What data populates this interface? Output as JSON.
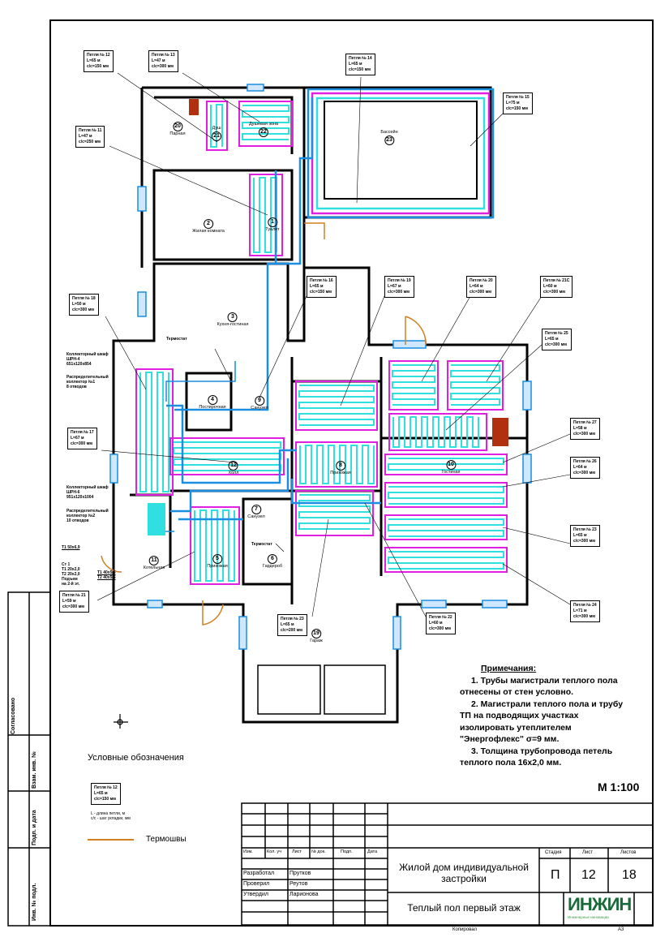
{
  "loops": [
    {
      "id": "loop-12",
      "name": "Петля № 12",
      "length": "L=65 м",
      "step": "c/c=150 мм"
    },
    {
      "id": "loop-13",
      "name": "Петля № 13",
      "length": "L=47 м",
      "step": "c/c=300 мм"
    },
    {
      "id": "loop-14",
      "name": "Петля № 14",
      "length": "L=65 м",
      "step": "c/c=150 мм"
    },
    {
      "id": "loop-15",
      "name": "Петля № 15",
      "length": "L=75 м",
      "step": "c/c=150 мм"
    },
    {
      "id": "loop-11",
      "name": "Петля № 11",
      "length": "L=47 м",
      "step": "c/c=250 мм"
    },
    {
      "id": "loop-16",
      "name": "Петля № 16",
      "length": "L=65 м",
      "step": "c/c=150 мм"
    },
    {
      "id": "loop-19",
      "name": "Петля № 19",
      "length": "L=67 м",
      "step": "c/c=300 мм"
    },
    {
      "id": "loop-20",
      "name": "Петля № 20",
      "length": "L=64 м",
      "step": "c/c=300 мм"
    },
    {
      "id": "loop-21c",
      "name": "Петля № 21С",
      "length": "L=60 м",
      "step": "c/c=300 мм"
    },
    {
      "id": "loop-25",
      "name": "Петля № 25",
      "length": "L=65 м",
      "step": "c/c=300 мм"
    },
    {
      "id": "loop-18",
      "name": "Петля № 18",
      "length": "L=50 м",
      "step": "c/c=300 мм"
    },
    {
      "id": "loop-17",
      "name": "Петля № 17",
      "length": "L=67 м",
      "step": "c/c=300 мм"
    },
    {
      "id": "loop-27",
      "name": "Петля № 27",
      "length": "L=58 м",
      "step": "c/c=300 мм"
    },
    {
      "id": "loop-26",
      "name": "Петля № 26",
      "length": "L=64 м",
      "step": "c/c=300 мм"
    },
    {
      "id": "loop-23",
      "name": "Петля № 23",
      "length": "L=65 м",
      "step": "c/c=300 мм"
    },
    {
      "id": "loop-24",
      "name": "Петля № 24",
      "length": "L=71 м",
      "step": "c/c=300 мм"
    },
    {
      "id": "loop-21",
      "name": "Петля № 21",
      "length": "L=59 м",
      "step": "c/c=300 мм"
    },
    {
      "id": "loop-22",
      "name": "Петля № 22",
      "length": "L=60 м",
      "step": "c/c=300 мм"
    },
    {
      "id": "loop-x3",
      "name": "Петля № 23",
      "length": "L=65 м",
      "step": "c/c=200 мм"
    }
  ],
  "rooms": [
    {
      "num": "20",
      "name": "Парная"
    },
    {
      "num": "21",
      "name": "Душ"
    },
    {
      "num": "22",
      "name": "Душевая зона"
    },
    {
      "num": "23",
      "name": "Бассейн"
    },
    {
      "num": "1",
      "name": "Туалет"
    },
    {
      "num": "2",
      "name": "Жилая комната"
    },
    {
      "num": "3",
      "name": "Кухня-гостиная"
    },
    {
      "num": "4",
      "name": "Постирочная"
    },
    {
      "num": "9",
      "name": "Санузел"
    },
    {
      "num": "12",
      "name": "Холл"
    },
    {
      "num": "8",
      "name": "Прихожая"
    },
    {
      "num": "10",
      "name": "Гостиная"
    },
    {
      "num": "7",
      "name": "Санузел"
    },
    {
      "num": "6",
      "name": "Гардероб"
    },
    {
      "num": "5",
      "name": "Прихожая"
    },
    {
      "num": "11",
      "name": "Котельная"
    },
    {
      "num": "19",
      "name": "Гараж"
    }
  ],
  "annotations": {
    "thermostat1": "Термостат",
    "thermostat2": "Термостат",
    "cabinet1": [
      "Коллекторный шкаф",
      "ШРН-4",
      "651х120х854"
    ],
    "manifold1": [
      "Распределительный",
      "коллектор №1",
      "8 отводов"
    ],
    "cabinet2": [
      "Коллекторный шкаф",
      "ШРН-6",
      "951х120х1004"
    ],
    "manifold2": [
      "Распределительный",
      "коллектор №2",
      "10 отводов"
    ],
    "t1": "Т1 50х6,9",
    "st1": [
      "Ст 1",
      "Т1 20х2,0",
      "Т2 20х2,0",
      "Подъем",
      "на 2-й эт."
    ],
    "t2": [
      "Т1 40х5,5",
      "Т2 40х5,5"
    ]
  },
  "notes": {
    "title": "Примечания:",
    "lines": [
      {
        "indent": true,
        "text": "1. Трубы магистрали теплого пола"
      },
      {
        "indent": false,
        "text": "отнесены от стен условно."
      },
      {
        "indent": true,
        "text": "2. Магистрали теплого пола и трубу"
      },
      {
        "indent": false,
        "text": "ТП на подводящих участках"
      },
      {
        "indent": false,
        "text": "изолировать утеплителем"
      },
      {
        "indent": false,
        "text": "\"Энергофлекс\" σ=9 мм."
      },
      {
        "indent": true,
        "text": "3. Толщина трубопровода петель"
      },
      {
        "indent": false,
        "text": "теплого пола 16х2,0 мм."
      }
    ],
    "scale": "М 1:100"
  },
  "legend": {
    "title": "Условные обозначения",
    "sample": {
      "name": "Петля № 12",
      "length": "L=65 м",
      "step": "c/c=150 мм"
    },
    "explain": [
      "L - длина петли, м",
      "c/c - шаг укладки, мм"
    ],
    "thermojoints": "Термошвы"
  },
  "side_stamps": [
    "Согласовано",
    "Взам. инв. №",
    "Подп. и дата",
    "Инв. № подл."
  ],
  "title_block": {
    "headers": [
      "Изм.",
      "Кол. уч",
      "Лист",
      "№ док.",
      "Подп.",
      "Дата"
    ],
    "roles": [
      {
        "role": "Разработал",
        "name": "Прутков"
      },
      {
        "role": "Проверил",
        "name": "Реутов"
      },
      {
        "role": "Утвердил",
        "name": "Ларионова"
      }
    ],
    "project": "Жилой дом индивидуальной застройки",
    "sheet_title": "Теплый пол первый этаж",
    "stage_label": "Стадия",
    "sheet_label": "Лист",
    "sheets_label": "Листов",
    "stage": "П",
    "sheet": "12",
    "sheets": "18",
    "logo": "ИНЖИН",
    "logo_sub": "Инженерные инновации",
    "copied": "Копировал",
    "format": "А3"
  },
  "colors": {
    "loop_supply": "#e020e0",
    "loop_return": "#30e0e0",
    "trunk": "#1a8ee0",
    "wall": "#000000",
    "door": "#d08020"
  }
}
